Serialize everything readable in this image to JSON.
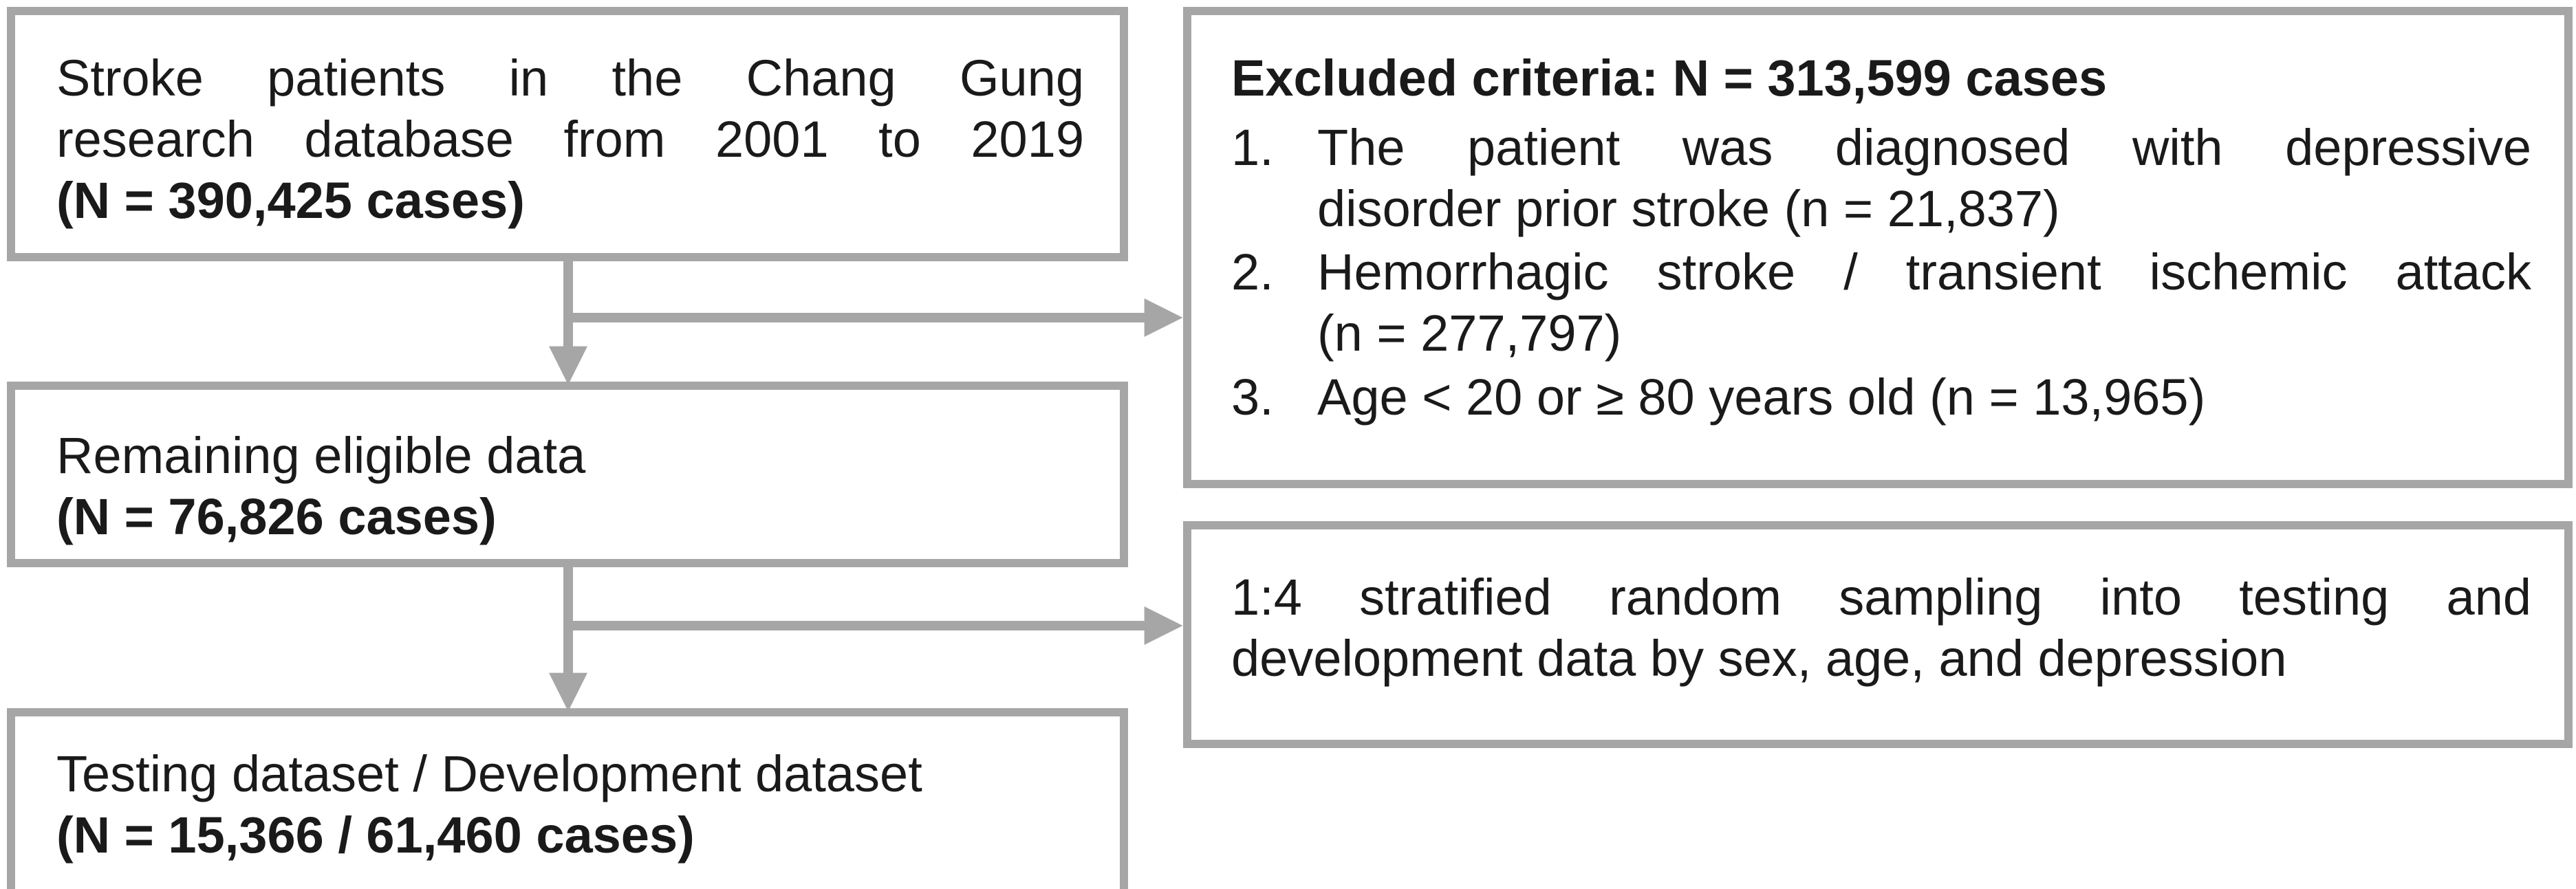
{
  "source": {
    "line1": "Stroke patients in the Chang Gung",
    "line2": "research database from 2001 to 2019",
    "count": "(N = 390,425 cases)"
  },
  "excluded": {
    "title": "Excluded criteria: N = 313,599 cases",
    "items": [
      {
        "num": "1.",
        "line1": "The patient was diagnosed with depressive",
        "line2": "disorder prior stroke (n = 21,837)"
      },
      {
        "num": "2.",
        "line1": "Hemorrhagic stroke / transient ischemic attack",
        "line2": "(n = 277,797)"
      },
      {
        "num": "3.",
        "line1": "Age < 20 or ≥ 80 years old (n = 13,965)",
        "line2": ""
      }
    ]
  },
  "remaining": {
    "label": "Remaining eligible data",
    "count": "(N = 76,826 cases)"
  },
  "sampling": {
    "line1": "1:4 stratified random sampling into testing and",
    "line2": "development data by sex, age, and depression"
  },
  "final": {
    "label": "Testing dataset / Development dataset",
    "count": "(N = 15,366 / 61,460 cases)"
  },
  "colors": {
    "border": "#a6a6a6",
    "arrow": "#a6a6a6",
    "text": "#1a1a1a"
  }
}
